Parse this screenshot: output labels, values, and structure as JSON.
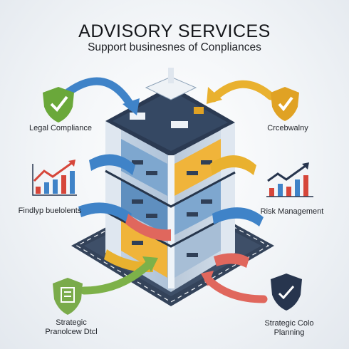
{
  "header": {
    "title": "ADVISORY SERVICES",
    "subtitle": "Support businesnes of Conpliances"
  },
  "services": [
    {
      "label": "Legal Compliance",
      "icon": "shield-check-icon",
      "color": "#6aa83a"
    },
    {
      "label": "Crcebwalny",
      "icon": "shield-check-icon",
      "color": "#e0a224"
    },
    {
      "label": "Findlyp buelolents",
      "icon": "bar-chart-growth-icon",
      "color": "#d6463a"
    },
    {
      "label": "Risk Management",
      "icon": "bar-chart-growth-icon",
      "color": "#d6463a"
    },
    {
      "label": "Strategic\nPranolcew Dtcl",
      "icon": "shield-document-icon",
      "color": "#7aab4a"
    },
    {
      "label": "Strategic Colo\nPlanning",
      "icon": "shield-check-icon",
      "color": "#27354e"
    }
  ],
  "colors": {
    "arrow_blue": "#3f83c8",
    "arrow_yellow": "#e9b12f",
    "arrow_red": "#e0675d",
    "arrow_green": "#7db149",
    "building_dark": "#2b3a52",
    "road": "#34435a"
  }
}
